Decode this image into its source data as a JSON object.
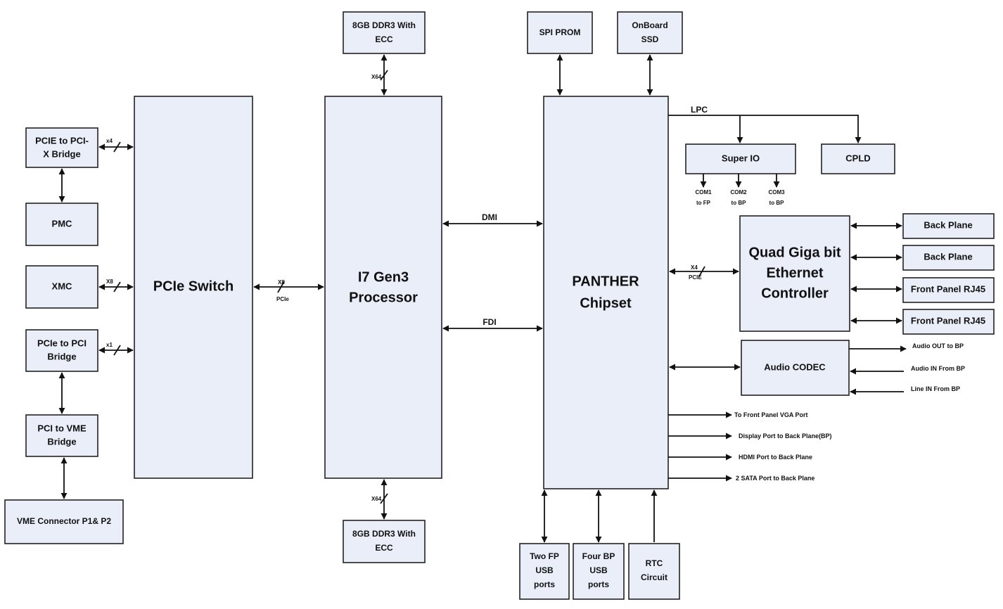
{
  "blocks": {
    "ddr_top": [
      "8GB DDR3 With",
      "ECC"
    ],
    "ddr_bottom": [
      "8GB DDR3 With",
      "ECC"
    ],
    "spi_prom": [
      "SPI PROM"
    ],
    "onboard_ssd": [
      "OnBoard",
      "SSD"
    ],
    "pcie_pcix": [
      "PCIE to PCI-",
      "X  Bridge"
    ],
    "pmc": [
      "PMC"
    ],
    "xmc": [
      "XMC"
    ],
    "pcie_pci": [
      "PCIe to PCI",
      "Bridge"
    ],
    "pci_vme": [
      "PCI to VME",
      "Bridge"
    ],
    "vme_conn": [
      "VME Connector P1& P2"
    ],
    "pcie_switch": [
      "PCIe Switch"
    ],
    "processor": [
      "I7 Gen3",
      "Processor"
    ],
    "chipset": [
      "PANTHER",
      "Chipset"
    ],
    "super_io": [
      "Super IO"
    ],
    "cpld": [
      "CPLD"
    ],
    "ethernet": [
      "Quad Giga bit",
      "Ethernet",
      "Controller"
    ],
    "audio": [
      "Audio CODEC"
    ],
    "backplane1": [
      "Back Plane"
    ],
    "backplane2": [
      "Back Plane"
    ],
    "rj45_1": [
      "Front Panel RJ45"
    ],
    "rj45_2": [
      "Front Panel RJ45"
    ],
    "usb_fp": [
      "Two FP",
      "USB",
      "ports"
    ],
    "usb_bp": [
      "Four BP",
      "USB",
      "ports"
    ],
    "rtc": [
      "RTC",
      "Circuit"
    ]
  },
  "labels": {
    "dmi": "DMI",
    "fdi": "FDI",
    "lpc": "LPC",
    "x64_top": "X64",
    "x64_bottom": "X64",
    "x4": "x4",
    "x8_xmc": "X8",
    "x1": "x1",
    "x8_switch": "X8",
    "pcie_switch_link": "PCIe",
    "x4_eth": "X4",
    "pcie_eth": "PCIE",
    "com1": [
      "COM1",
      "to FP"
    ],
    "com2": [
      "COM2",
      "to BP"
    ],
    "com3": [
      "COM3",
      "to BP"
    ]
  },
  "signals": {
    "audio_out": "Audio OUT to BP",
    "audio_in": "Audio IN From BP",
    "line_in": "Line IN From BP",
    "vga": "To Front Panel VGA Port",
    "dp": "Display Port to Back Plane(BP)",
    "hdmi": "HDMI Port to Back Plane",
    "sata": "2 SATA Port to Back Plane"
  }
}
